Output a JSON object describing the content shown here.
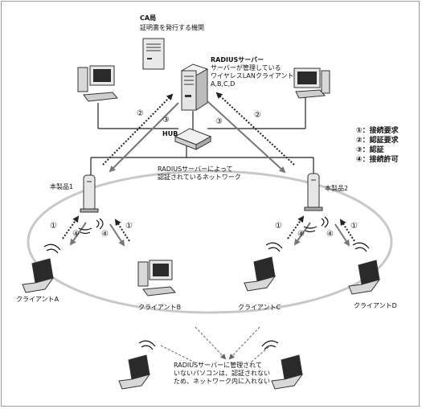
{
  "ca": {
    "title": "CA局",
    "desc": "証明書を発行する機関"
  },
  "radius": {
    "title": "RADIUSサーバー",
    "lines": [
      "サーバーが管理している",
      "ワイヤレスLANクライアント",
      "A,B,C,D"
    ]
  },
  "hub": "HUB",
  "units": [
    "本製品1",
    "本製品2"
  ],
  "network_note": [
    "RADIUSサーバーによって",
    "認証されているネットワーク"
  ],
  "legend": [
    "①：接続要求",
    "②：認証要求",
    "③：認証",
    "④：接続許可"
  ],
  "marks": {
    "one": "①",
    "two": "②",
    "three": "③",
    "four": "④"
  },
  "clients": [
    "クライアントA",
    "クライアントB",
    "クライアントC",
    "クライアントD"
  ],
  "outside_note": [
    "RADIUSサーバーに管理されて",
    "いないパソコンは、認証されない",
    "ため、ネットワーク内に入れない"
  ],
  "colors": {
    "ellipse": "#c8c8c8",
    "line": "#333333",
    "arrow_solid": "#777777",
    "arrow_dotted": "#222222",
    "device": "#e9e9e9"
  }
}
